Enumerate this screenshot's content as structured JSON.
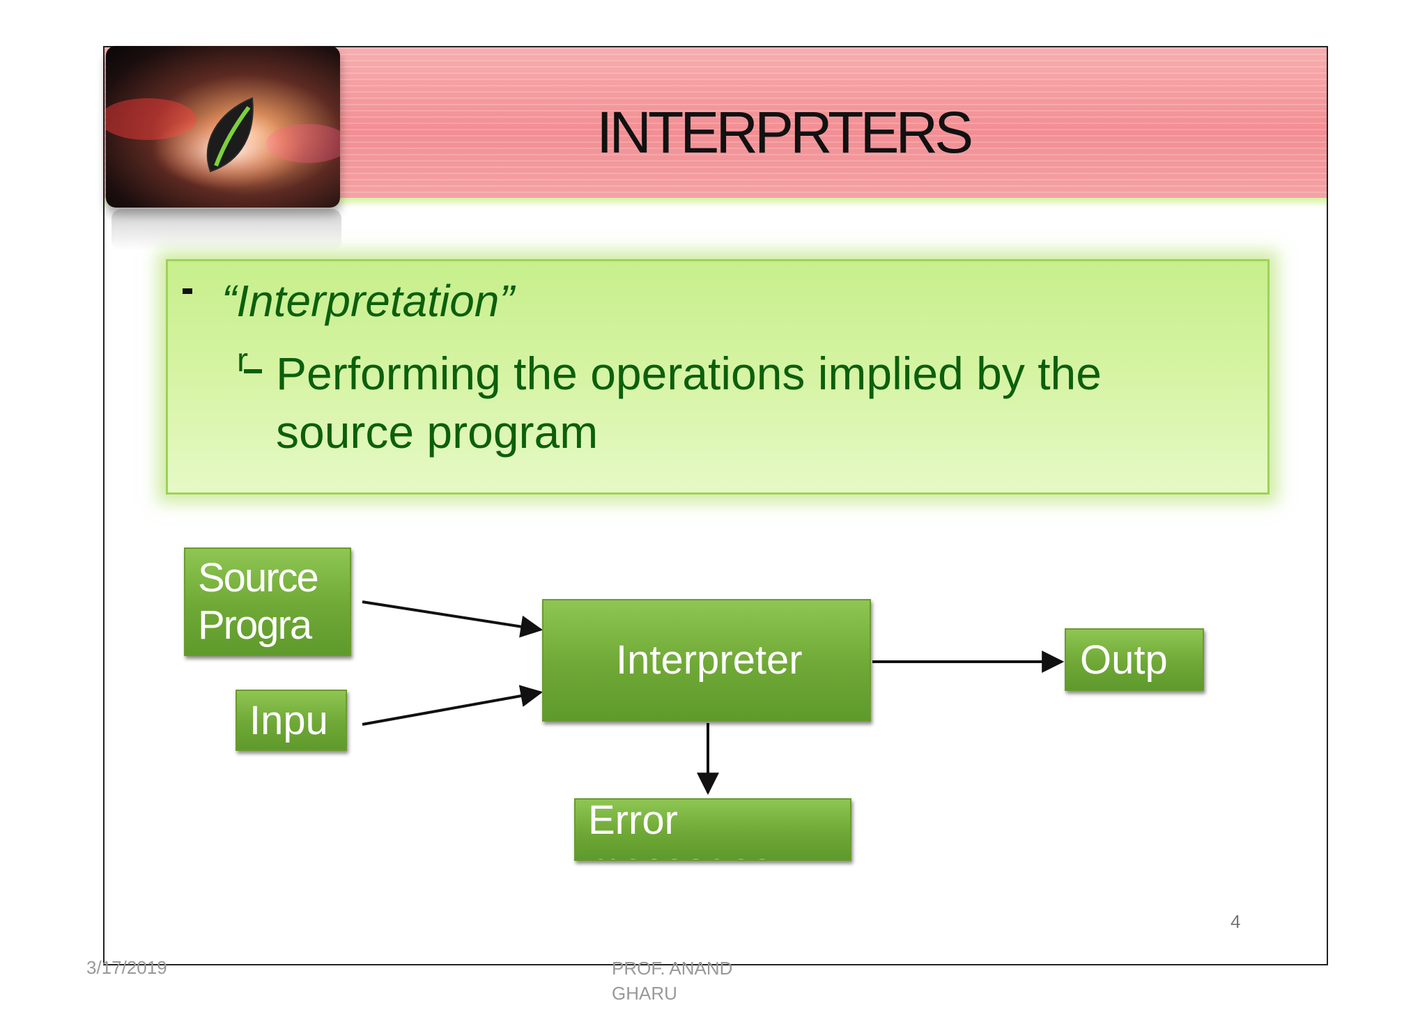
{
  "slide": {
    "title": "INTERPRTERS",
    "page_number": "4"
  },
  "definition": {
    "term": "“Interpretation”",
    "fragment": "r",
    "description": "Performing the operations implied by the source  program"
  },
  "diagram": {
    "nodes": {
      "source": "Source Progra",
      "input": "Inpu",
      "interpreter": "Interpreter",
      "output": "Outp",
      "errors": "Error messages"
    }
  },
  "footer": {
    "date": "3/17/2019",
    "author": "PROF. ANAND GHARU"
  }
}
